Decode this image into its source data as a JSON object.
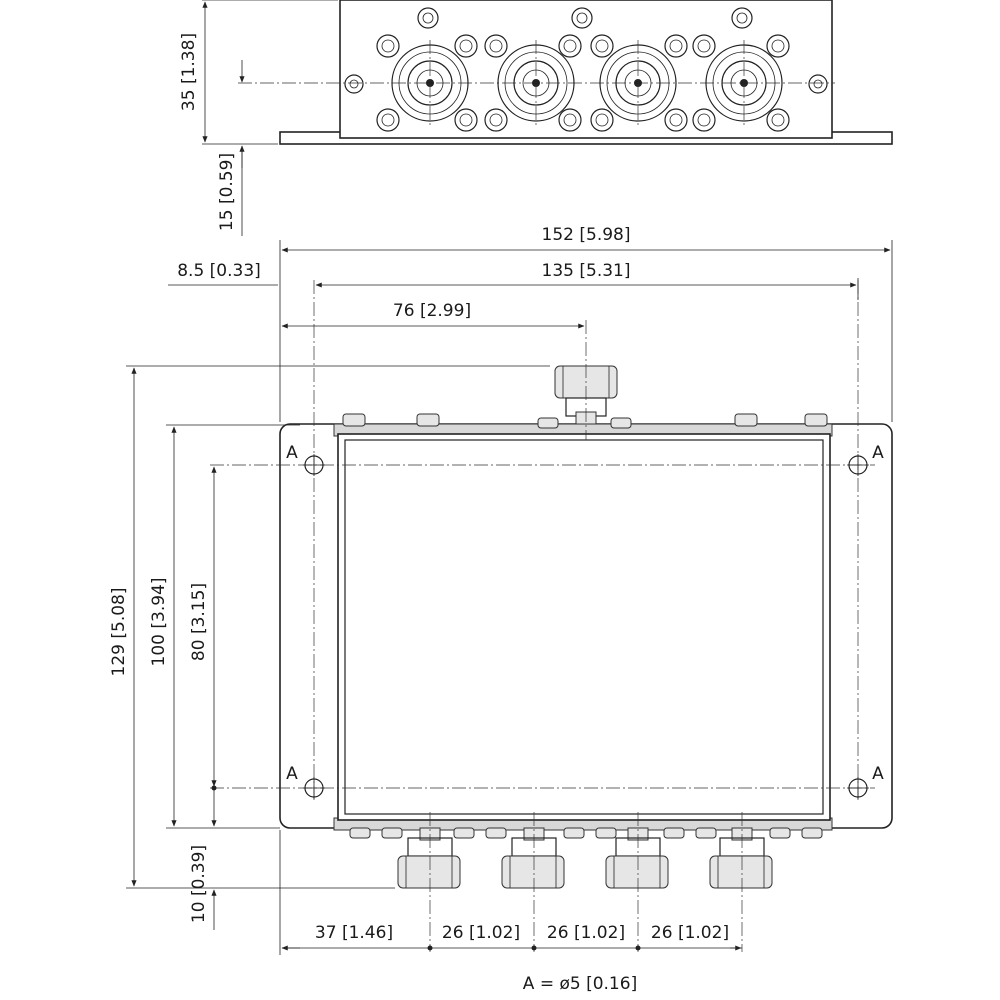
{
  "drawing": {
    "dimensions": {
      "height_front": "35 [1.38]",
      "flange_height": "15 [0.59]",
      "overall_width": "152 [5.98]",
      "edge_offset": "8.5 [0.33]",
      "hole_spacing_x": "135 [5.31]",
      "input_offset": "76 [2.99]",
      "overall_height": "129 [5.08]",
      "hole_spacing_y_outer": "100 [3.94]",
      "hole_spacing_y_inner": "80 [3.15]",
      "bottom_offset": "10 [0.39]",
      "first_output_offset": "37 [1.46]",
      "output_pitch_1": "26 [1.02]",
      "output_pitch_2": "26 [1.02]",
      "output_pitch_3": "26 [1.02]"
    },
    "hole_label": "A",
    "hole_note": "A = ø5 [0.16]"
  }
}
